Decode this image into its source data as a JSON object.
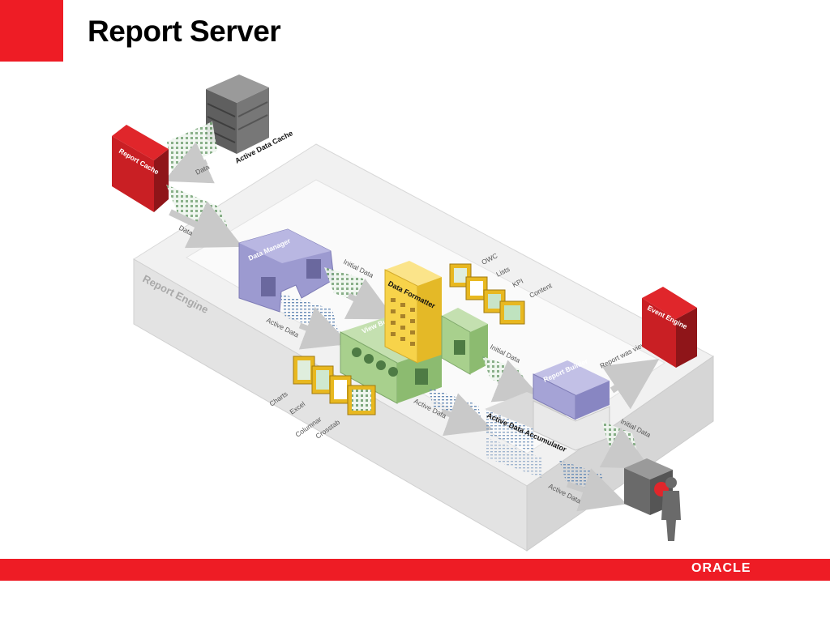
{
  "title": "Report Server",
  "logo": "ORACLE",
  "colors": {
    "accent": "#ee1c25",
    "data_manager": "#9c9ad0",
    "view_builder": "#a8d08d",
    "data_formatter": "#f7d34a",
    "engine_box": "#cc1f24"
  },
  "diagram": {
    "report_engine": "Report Engine",
    "report_cache": "Report Cache",
    "active_data_cache": "Active Data Cache",
    "data_manager": "Data Manager",
    "view_builder": "View Builder",
    "data_formatter": "Data Formatter",
    "report_builder": "Report Builder",
    "active_data_accumulator": "Active Data Accumulator",
    "event_engine": "Event Engine",
    "flows": {
      "data_1": "Data",
      "data_2": "Data",
      "initial_data_1": "Initial Data",
      "active_data_1": "Active Data",
      "initial_data_2": "Initial Data",
      "active_data_2": "Active Data",
      "report_was_viewed": "Report was viewed",
      "initial_data_3": "Initial Data",
      "active_data_3": "Active Data"
    },
    "outputs_left": [
      "Charts",
      "Excel",
      "Columnar",
      "Crosstab"
    ],
    "outputs_right": [
      "OWC",
      "Lists",
      "KPI",
      "Content"
    ]
  }
}
